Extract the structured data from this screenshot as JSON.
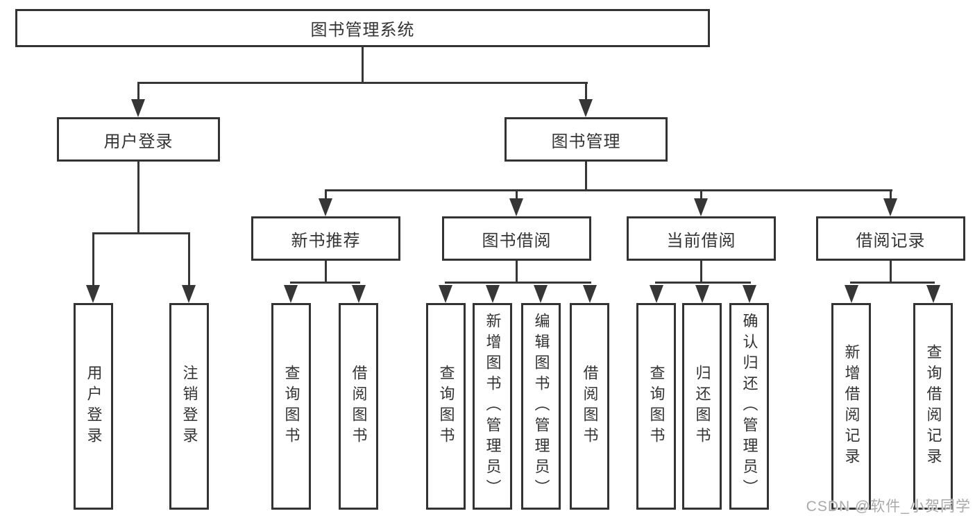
{
  "diagram": {
    "title": "图书管理系统",
    "root": "图书管理系统",
    "l2": [
      "用户登录",
      "图书管理"
    ],
    "l3": [
      "新书推荐",
      "图书借阅",
      "当前借阅",
      "借阅记录"
    ],
    "leaves": [
      "用户登录",
      "注销登录",
      "查询图书",
      "借阅图书",
      "查询图书",
      "新增图书（管理员）",
      "编辑图书（管理员）",
      "借阅图书",
      "查询图书",
      "归还图书",
      "确认归还（管理员）",
      "新增借阅记录",
      "查询借阅记录"
    ]
  },
  "watermark": "CSDN @软件_小贺同学",
  "colors": {
    "line": "#363636",
    "box_border": "#333333",
    "text": "#333333",
    "watermark": "#a9a9a9",
    "background": "#ffffff"
  }
}
